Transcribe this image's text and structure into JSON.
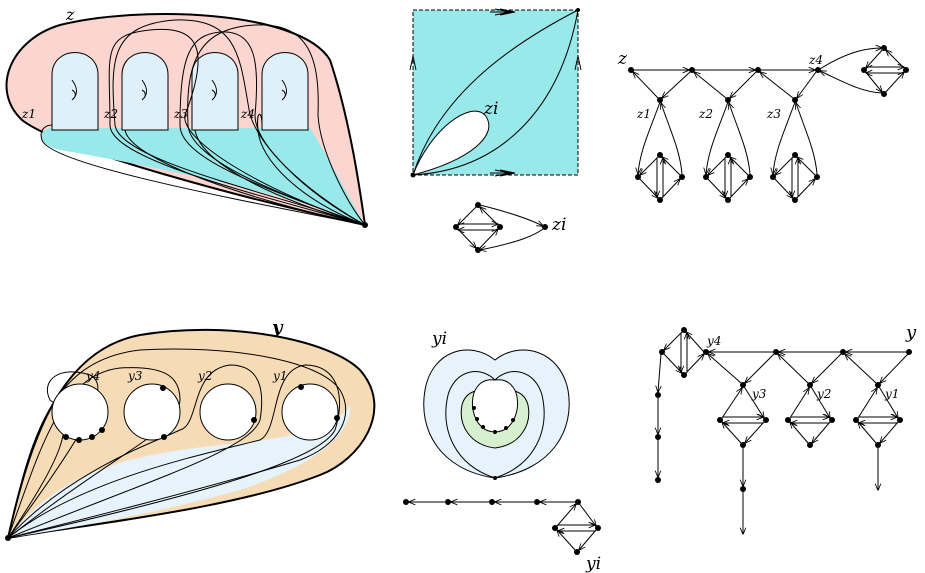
{
  "labels": {
    "top_surface": "z",
    "top_punctures": [
      "z1",
      "z2",
      "z3",
      "z4"
    ],
    "square_label": "zi",
    "small_quiver_label": "zi",
    "top_quiver_root": "z",
    "top_quiver_nodes": [
      "z1",
      "z2",
      "z3",
      "z4"
    ],
    "bottom_surface": "y",
    "bottom_holes": [
      "y4",
      "y3",
      "y2",
      "y1"
    ],
    "annulus_label": "yi",
    "chain_label": "yi",
    "bottom_quiver_root": "y",
    "bottom_quiver_nodes": [
      "y4",
      "y3",
      "y2",
      "y1"
    ]
  },
  "colors": {
    "pink": "#fbd5cf",
    "cyan": "#9ae9ea",
    "light_blue": "#dff0fb",
    "orange": "#f6dcb6",
    "pale_blue": "#e6f3fb",
    "green": "#d6efcf",
    "black": "#000000"
  }
}
